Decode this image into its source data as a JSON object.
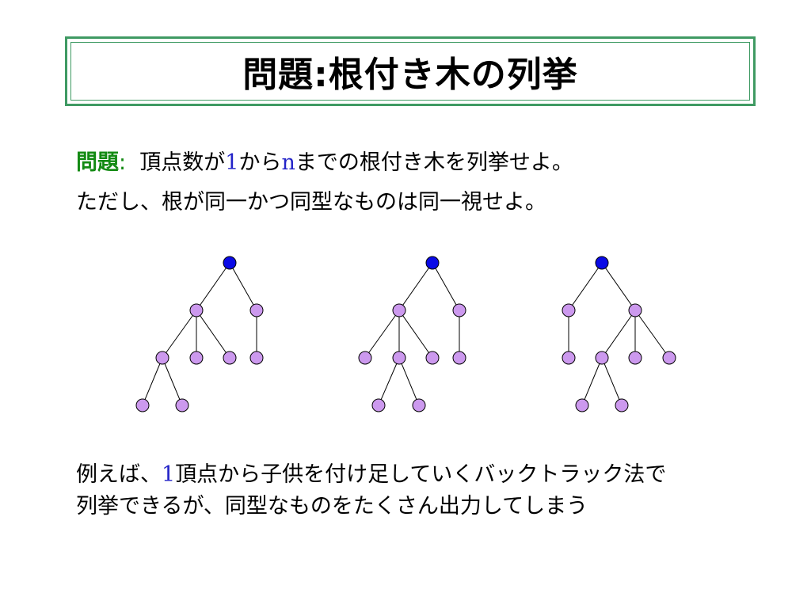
{
  "title": "問題:根付き木の列挙",
  "problem": {
    "label": "問題",
    "colon": ":",
    "text_a": "頂点数が",
    "num1": "1",
    "text_b": "から",
    "var_n": "n",
    "text_c": "までの根付き木を列挙せよ。",
    "line2": "ただし、根が同一かつ同型なものは同一視せよ。"
  },
  "note": {
    "part_a": "例えば、",
    "num1": "1",
    "part_b": "頂点から子供を付け足していくバックトラック法で",
    "line2": "列挙できるが、同型なものをたくさん出力してしまう"
  },
  "colors": {
    "accent_green": "#3f9a63",
    "root_node": "#0a0ae6",
    "node_fill": "#cc99ee",
    "number_blue": "#2424c8",
    "label_green": "#138a13"
  }
}
